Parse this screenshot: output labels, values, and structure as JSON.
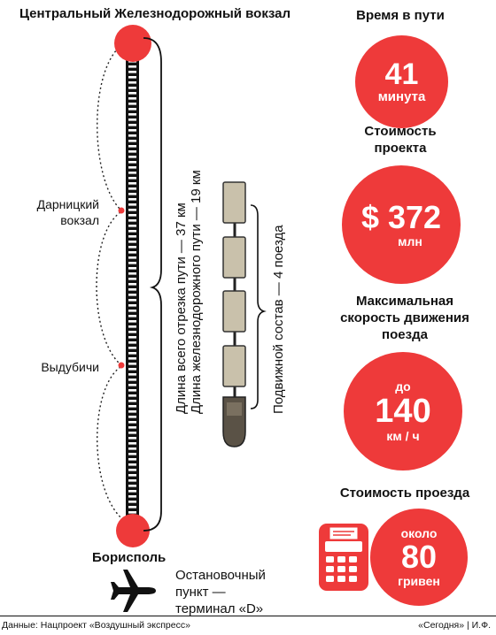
{
  "map": {
    "title": "Центральный Железнодорожный вокзал",
    "stations": [
      "Дарницкий вокзал",
      "Выдубичи"
    ],
    "end_station": "Борисполь",
    "stop_lines": [
      "Остановочный",
      "пункт —",
      "терминал «D»"
    ],
    "distance_total": "Длина всего отрезка пути — 37 км",
    "distance_rail": "Длина железнодорожного пути — 19 км",
    "rolling_stock": "Подвижной состав — 4 поезда"
  },
  "stats": {
    "travel": {
      "heading": "Время в пути",
      "value": "41",
      "unit": "минута"
    },
    "cost": {
      "heading_1": "Стоимость",
      "heading_2": "проекта",
      "value": "$ 372",
      "unit": "млн"
    },
    "speed": {
      "heading_1": "Максимальная",
      "heading_2": "скорость движения",
      "heading_3": "поезда",
      "prefix": "до",
      "value": "140",
      "unit": "км / ч"
    },
    "fare": {
      "heading": "Стоимость проезда",
      "prefix": "около",
      "value": "80",
      "unit": "гривен"
    }
  },
  "footer": {
    "source": "Данные: Нацпроект «Воздушный экспресс»",
    "credit": "«Сегодня» | И.Ф."
  },
  "colors": {
    "accent": "#ee3a3a",
    "train": "#c9c1ab",
    "ink": "#111111"
  },
  "icons": [
    "airplane-icon",
    "cash-register-icon"
  ]
}
